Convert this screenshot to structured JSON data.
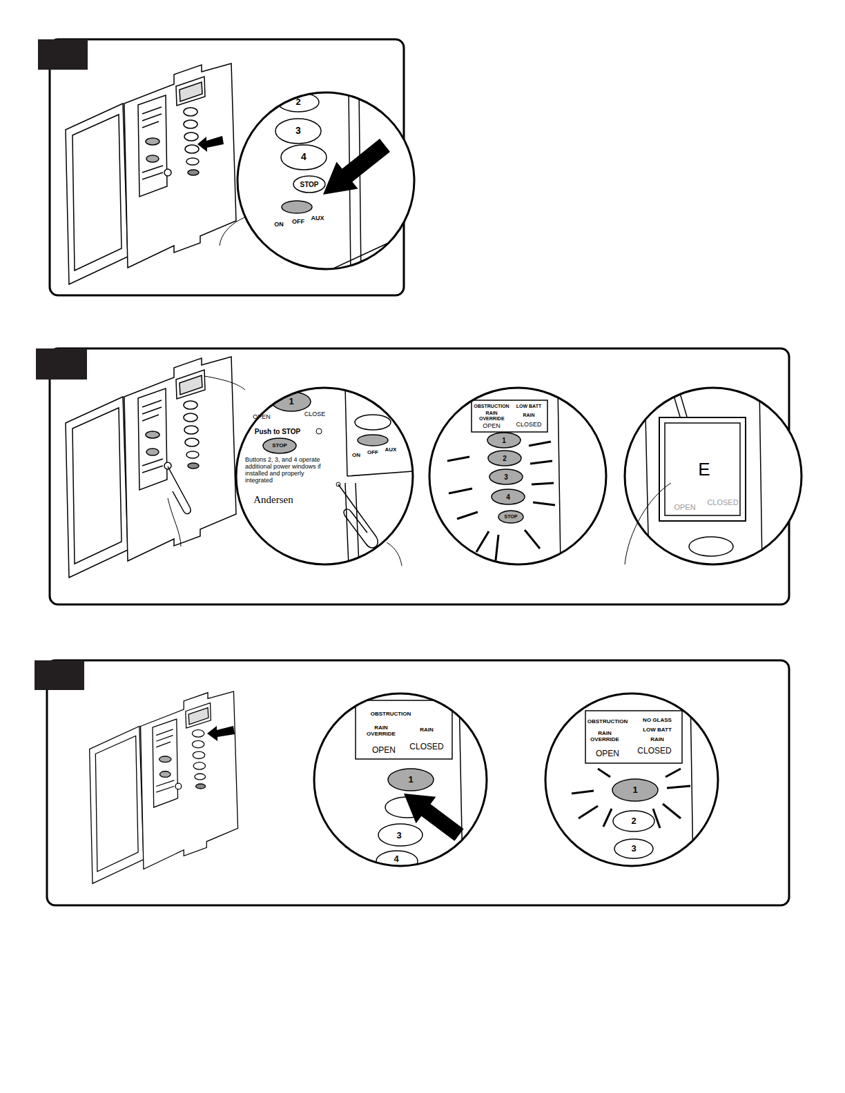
{
  "diagram": {
    "labels": [
      "2",
      "3",
      "4",
      "STOP",
      "ON",
      "OFF",
      "AUX",
      "1",
      "OPEN",
      "CLOSE",
      "Push to STOP",
      "STOP",
      "Buttons 2, 3, and 4 operate additional power windows if installed and properly integrated",
      "Andersen",
      "ON",
      "OFF",
      "AUX",
      "OBSTRUCTION",
      "LOW BATT",
      "RAIN OVERRIDE",
      "RAIN",
      "OPEN",
      "CLOSED",
      "1",
      "2",
      "3",
      "4",
      "STOP",
      "E",
      "OPEN",
      "CLOSED",
      "OBSTRUCTION",
      "RAIN OVERRIDE",
      "RAIN",
      "OPEN",
      "CLOSED",
      "1",
      "3",
      "4",
      "OBSTRUCTION",
      "NO GLASS",
      "RAIN OVERRIDE",
      "LOW BATT",
      "RAIN",
      "OPEN",
      "CLOSED",
      "1",
      "2",
      "3"
    ]
  }
}
